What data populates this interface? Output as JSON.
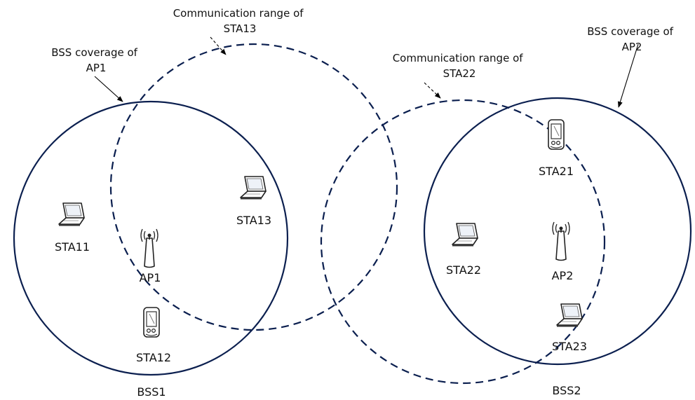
{
  "bss": [
    {
      "name": "BSS1",
      "coverage_label": [
        "BSS coverage of",
        "AP1"
      ]
    },
    {
      "name": "BSS2",
      "coverage_label": [
        "BSS coverage of",
        "AP2"
      ]
    }
  ],
  "ranges": [
    {
      "label": [
        "Communication range of",
        "STA13"
      ]
    },
    {
      "label": [
        "Communication range of",
        "STA22"
      ]
    }
  ],
  "access_points": [
    {
      "id": "AP1",
      "icon": "access-point-icon"
    },
    {
      "id": "AP2",
      "icon": "access-point-icon"
    }
  ],
  "stations": [
    {
      "id": "STA11",
      "icon": "laptop-icon"
    },
    {
      "id": "STA12",
      "icon": "pda-phone-icon"
    },
    {
      "id": "STA13",
      "icon": "laptop-icon"
    },
    {
      "id": "STA21",
      "icon": "pda-phone-icon"
    },
    {
      "id": "STA22",
      "icon": "laptop-icon"
    },
    {
      "id": "STA23",
      "icon": "laptop-icon"
    }
  ],
  "colors": {
    "circle_stroke": "#0b1f4f",
    "text": "#111111"
  }
}
